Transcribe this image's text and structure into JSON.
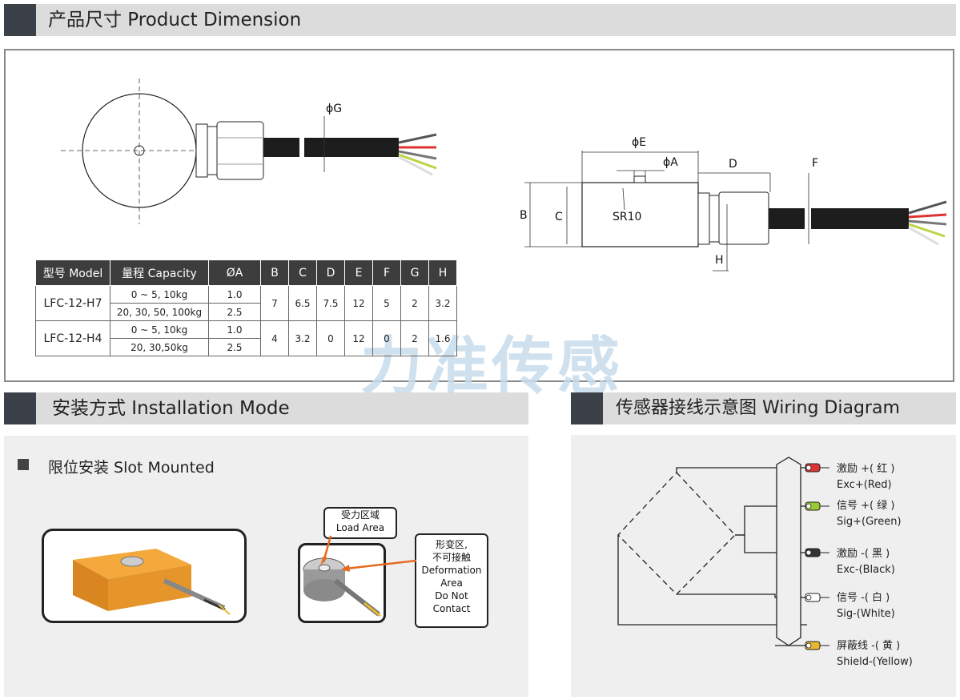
{
  "sections": {
    "dimension": "产品尺寸 Product Dimension",
    "installation": "安装方式 Installation Mode",
    "wiring": "传感器接线示意图  Wiring Diagram"
  },
  "drawing_labels": {
    "phiG": "ϕG",
    "phiE": "ϕE",
    "phiA": "ϕA",
    "D": "D",
    "F": "F",
    "B": "B",
    "C": "C",
    "SR10": "SR10",
    "H": "H"
  },
  "spec_table": {
    "headers": [
      "型号 Model",
      "量程 Capacity",
      "ØA",
      "B",
      "C",
      "D",
      "E",
      "F",
      "G",
      "H"
    ],
    "rows": [
      {
        "model": "LFC-12-H7",
        "capacities": [
          "0 ~ 5, 10kg",
          "20, 30, 50, 100kg"
        ],
        "phiA": [
          "1.0",
          "2.5"
        ],
        "B": "7",
        "C": "6.5",
        "D": "7.5",
        "E": "12",
        "F": "5",
        "G": "2",
        "H": "3.2"
      },
      {
        "model": "LFC-12-H4",
        "capacities": [
          "0 ~ 5, 10kg",
          "20, 30,50kg"
        ],
        "phiA": [
          "1.0",
          "2.5"
        ],
        "B": "4",
        "C": "3.2",
        "D": "0",
        "E": "12",
        "F": "0",
        "G": "2",
        "H": "1.6"
      }
    ]
  },
  "watermark": "力准传感",
  "installation": {
    "subtitle": "限位安装 Slot Mounted",
    "load_area": [
      "受力区域",
      "Load Area"
    ],
    "deformation_area": [
      "形变区,",
      "不可接触",
      "Deformation",
      "Area",
      "Do Not",
      "Contact"
    ]
  },
  "wiring": [
    {
      "cn": "激励 +( 红 )",
      "en": "Exc+(Red)",
      "color": "#d33"
    },
    {
      "cn": "信号 +( 绿 )",
      "en": "Sig+(Green)",
      "color": "#9c3"
    },
    {
      "cn": "激励 -( 黑 )",
      "en": "Exc-(Black)",
      "color": "#333"
    },
    {
      "cn": "信号 -( 白 )",
      "en": "Sig-(White)",
      "color": "#eee"
    },
    {
      "cn": "屏蔽线 -( 黄 )",
      "en": "Shield-(Yellow)",
      "color": "#e8b830"
    }
  ]
}
